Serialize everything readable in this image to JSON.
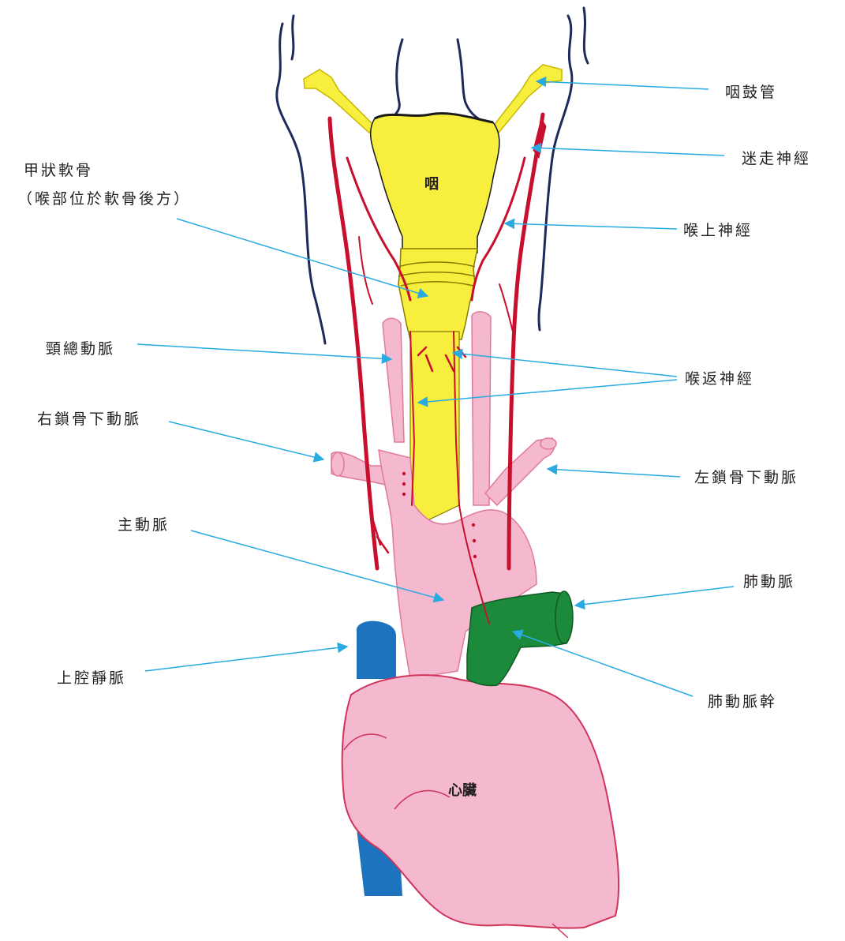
{
  "colors": {
    "leader_line": "#29abe2",
    "pharynx": "#f7ee3d",
    "pink": "#f4b8cf",
    "pink_outline": "#d0345a",
    "nerve": "#c8102e",
    "vein": "#1e73be",
    "pulmonary": "#1b8a3a",
    "outline": "#1f2a5c"
  },
  "labels": {
    "eustachian_tube": "咽鼓管",
    "vagus_nerve": "迷走神經",
    "thyroid_cartilage_line1": "甲狀軟骨",
    "thyroid_cartilage_line2": "（喉部位於軟骨後方）",
    "superior_laryngeal_nerve": "喉上神經",
    "common_carotid_artery": "頸總動脈",
    "recurrent_laryngeal_nerve": "喉返神經",
    "right_subclavian_artery": "右鎖骨下動脈",
    "left_subclavian_artery": "左鎖骨下動脈",
    "aorta": "主動脈",
    "pulmonary_artery": "肺動脈",
    "superior_vena_cava": "上腔靜脈",
    "pulmonary_trunk": "肺動脈幹",
    "pharynx": "咽",
    "heart": "心臟"
  }
}
